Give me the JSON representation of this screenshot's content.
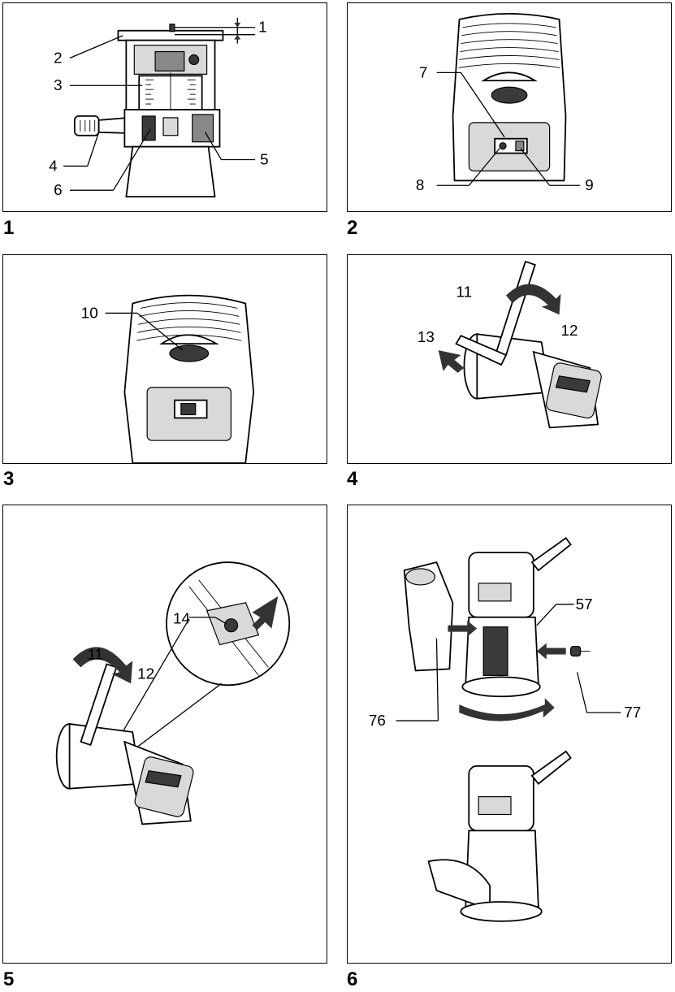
{
  "figures": [
    {
      "number": "1",
      "callouts": [
        "1",
        "2",
        "3",
        "4",
        "5",
        "6"
      ]
    },
    {
      "number": "2",
      "callouts": [
        "7",
        "8",
        "9"
      ]
    },
    {
      "number": "3",
      "callouts": [
        "10"
      ]
    },
    {
      "number": "4",
      "callouts": [
        "11",
        "12",
        "13"
      ]
    },
    {
      "number": "5",
      "callouts": [
        "14",
        "11",
        "12"
      ]
    },
    {
      "number": "6",
      "callouts": [
        "57",
        "76",
        "77"
      ]
    }
  ]
}
